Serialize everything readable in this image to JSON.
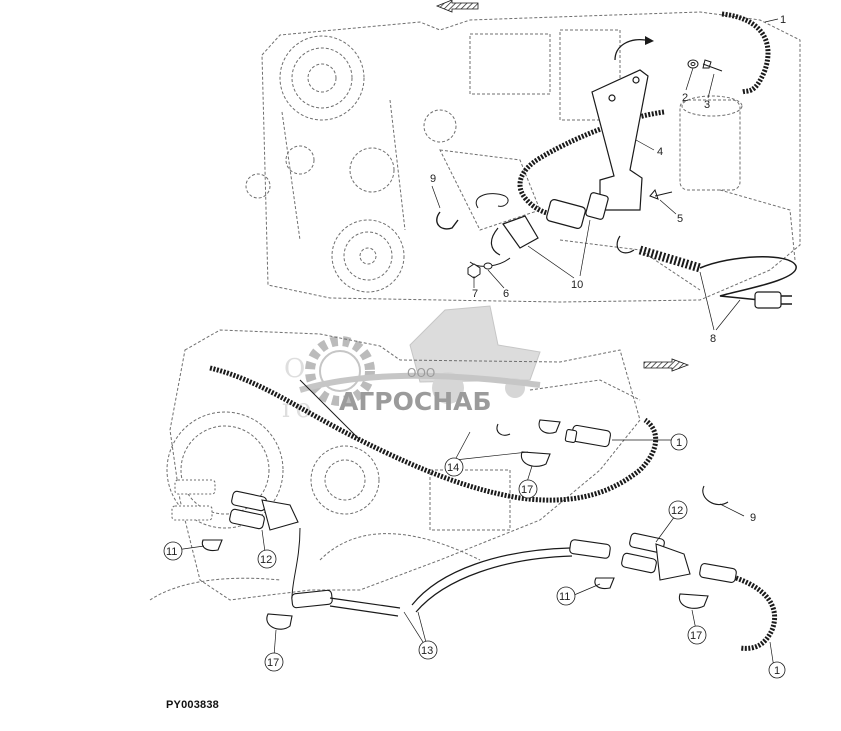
{
  "figure": {
    "id_label": "PY003838"
  },
  "watermark": {
    "company_prefix": "ООО",
    "brand": "АГРОСНАБ",
    "bg_fragment_1": "О",
    "bg_fragment_2": "го"
  },
  "callouts": {
    "c1_top": "1",
    "c2": "2",
    "c3": "3",
    "c4": "4",
    "c5": "5",
    "c6": "6",
    "c7": "7",
    "c8": "8",
    "c9_top": "9",
    "c10": "10",
    "c14": "14",
    "c17_a": "17",
    "c1_mid": "1",
    "c9_right": "9",
    "c12_right": "12",
    "c11_left": "11",
    "c12_left": "12",
    "c11_mid": "11",
    "c17_right": "17",
    "c13": "13",
    "c17_bottom": "17",
    "c1_bottom": "1"
  },
  "colors": {
    "line": "#1a1a1a",
    "sketch": "#6f6f6f",
    "watermark": "#8a8a8a"
  },
  "icons": {
    "direction_arrow": "hatched-direction-arrow-icon",
    "watermark_logo": "gear-and-combine-harvester-logo"
  }
}
